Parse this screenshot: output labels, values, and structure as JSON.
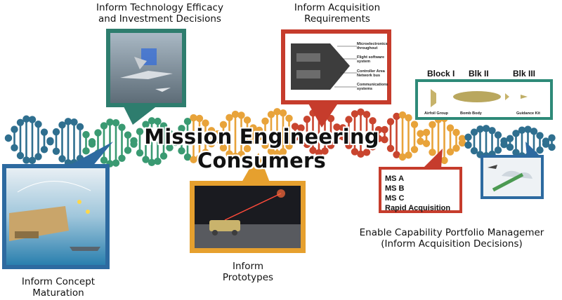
{
  "main_title": "Mission Engineering Consumers",
  "labels": {
    "tech_efficacy": [
      "Inform Technology Efficacy",
      "and Investment Decisions"
    ],
    "acq_requirements": [
      "Inform Acquisition",
      "Requirements"
    ],
    "concept_maturation": [
      "Inform Concept",
      "Maturation"
    ],
    "prototypes": [
      "Inform",
      "Prototypes"
    ],
    "portfolio": [
      "Enable Capability Portfolio Managemer",
      "(Inform Acquisition Decisions)"
    ]
  },
  "requirements_callouts": [
    "Microelectronics throughout",
    "Flight software system",
    "Controller Area Network bus",
    "Communications systems"
  ],
  "blocks": [
    "Block I",
    "Blk II",
    "Blk III"
  ],
  "block_parts": [
    "Airfoil Group",
    "Bomb Body",
    "Guidance Kit"
  ],
  "milestones": [
    "MS A",
    "MS B",
    "MS C",
    "Rapid Acquisition"
  ],
  "colors": {
    "blue": "#2f6f8f",
    "green": "#3a9a72",
    "orange": "#e8a33a",
    "red": "#c9452f",
    "tech_frame": "#2e7d6e",
    "acq_frame": "#c63c2c",
    "concept_frame": "#2d6aa0",
    "proto_frame": "#e6a02e",
    "ms_frame": "#c63c2c",
    "block_frame": "#2e8a78"
  }
}
